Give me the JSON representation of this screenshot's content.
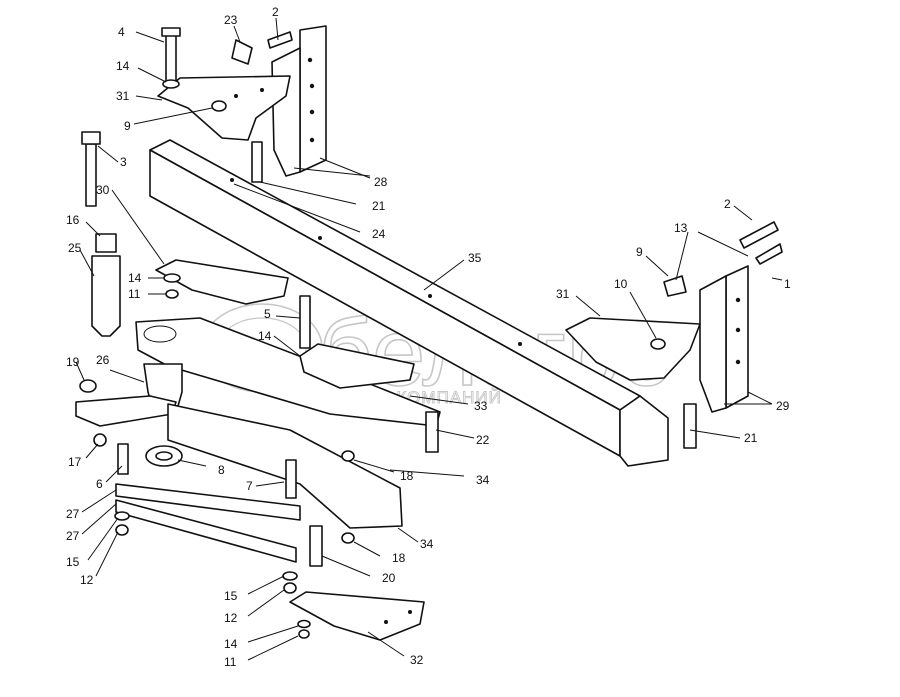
{
  "diagram": {
    "watermark": {
      "logo_text": "белагро",
      "tagline": "ГРУППА КОМПАНИЙ"
    },
    "callouts": [
      {
        "id": "c-2-top",
        "text": "2"
      },
      {
        "id": "c-23",
        "text": "23"
      },
      {
        "id": "c-4",
        "text": "4"
      },
      {
        "id": "c-14-top",
        "text": "14"
      },
      {
        "id": "c-31-left",
        "text": "31"
      },
      {
        "id": "c-9-left",
        "text": "9"
      },
      {
        "id": "c-3",
        "text": "3"
      },
      {
        "id": "c-28",
        "text": "28"
      },
      {
        "id": "c-21-top",
        "text": "21"
      },
      {
        "id": "c-30",
        "text": "30"
      },
      {
        "id": "c-24",
        "text": "24"
      },
      {
        "id": "c-16",
        "text": "16"
      },
      {
        "id": "c-25",
        "text": "25"
      },
      {
        "id": "c-14-mid",
        "text": "14"
      },
      {
        "id": "c-11-mid",
        "text": "11"
      },
      {
        "id": "c-35",
        "text": "35"
      },
      {
        "id": "c-2-right",
        "text": "2"
      },
      {
        "id": "c-13",
        "text": "13"
      },
      {
        "id": "c-9-right",
        "text": "9"
      },
      {
        "id": "c-1",
        "text": "1"
      },
      {
        "id": "c-10",
        "text": "10"
      },
      {
        "id": "c-31-right",
        "text": "31"
      },
      {
        "id": "c-5",
        "text": "5"
      },
      {
        "id": "c-14-center",
        "text": "14"
      },
      {
        "id": "c-19",
        "text": "19"
      },
      {
        "id": "c-26",
        "text": "26"
      },
      {
        "id": "c-33",
        "text": "33"
      },
      {
        "id": "c-29",
        "text": "29"
      },
      {
        "id": "c-22",
        "text": "22"
      },
      {
        "id": "c-21-right",
        "text": "21"
      },
      {
        "id": "c-17",
        "text": "17"
      },
      {
        "id": "c-8",
        "text": "8"
      },
      {
        "id": "c-18-top",
        "text": "18"
      },
      {
        "id": "c-34-top",
        "text": "34"
      },
      {
        "id": "c-6",
        "text": "6"
      },
      {
        "id": "c-7",
        "text": "7"
      },
      {
        "id": "c-27-a",
        "text": "27"
      },
      {
        "id": "c-27-b",
        "text": "27"
      },
      {
        "id": "c-34-bottom",
        "text": "34"
      },
      {
        "id": "c-18-bottom",
        "text": "18"
      },
      {
        "id": "c-15-left",
        "text": "15"
      },
      {
        "id": "c-12-left",
        "text": "12"
      },
      {
        "id": "c-20",
        "text": "20"
      },
      {
        "id": "c-15-bottom",
        "text": "15"
      },
      {
        "id": "c-12-bottom",
        "text": "12"
      },
      {
        "id": "c-14-bottom",
        "text": "14"
      },
      {
        "id": "c-11-bottom",
        "text": "11"
      },
      {
        "id": "c-32",
        "text": "32"
      }
    ]
  }
}
